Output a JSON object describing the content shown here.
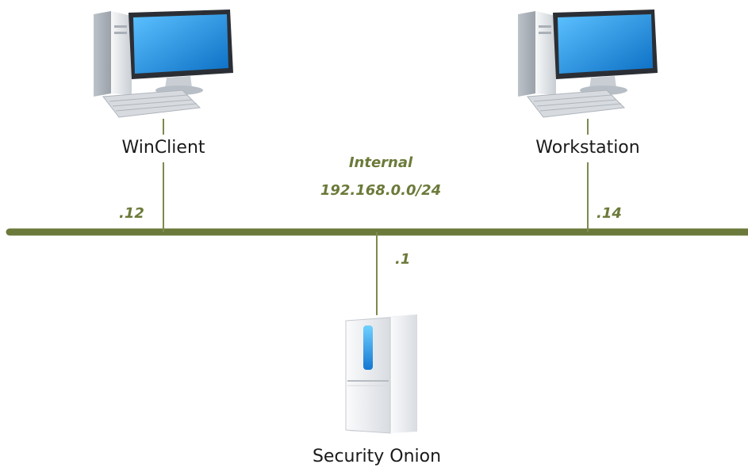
{
  "network": {
    "name": "Internal",
    "subnet": "192.168.0.0/24",
    "line_color": "#6b7a3a"
  },
  "hosts": [
    {
      "label": "WinClient",
      "address": ".12",
      "icon": "desktop-computer-icon"
    },
    {
      "label": "Workstation",
      "address": ".14",
      "icon": "desktop-computer-icon"
    },
    {
      "label": "Security Onion",
      "address": ".1",
      "icon": "server-tower-icon"
    }
  ],
  "colors": {
    "screen": "#1a8fe0",
    "tower": "#e3e6ea",
    "accent": "#1a8fe0"
  }
}
